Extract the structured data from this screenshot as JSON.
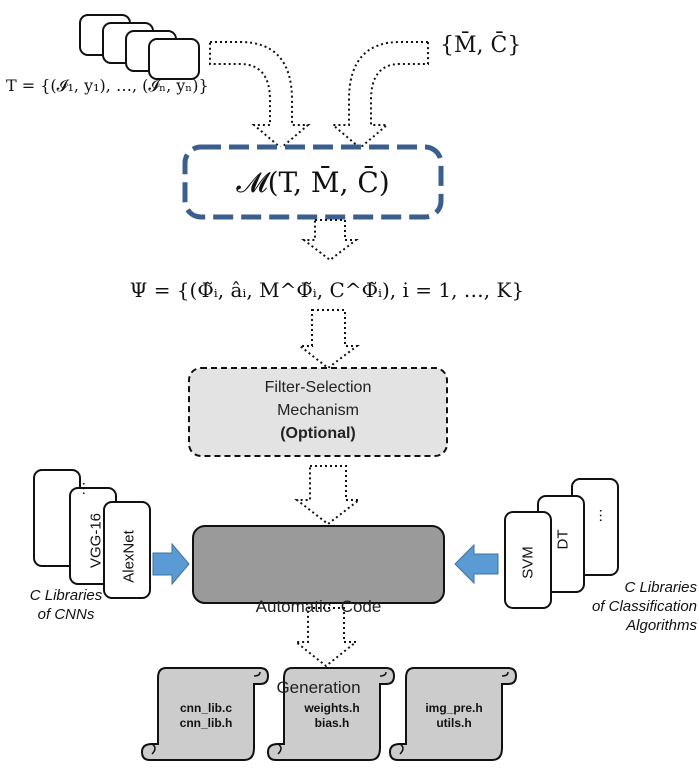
{
  "dataset": {
    "formula": "T = {(𝓘₁, y₁), …, (𝓘ₙ, yₙ)}"
  },
  "constraints": {
    "formula": "{M̄, C̄}"
  },
  "model_box": {
    "formula": "𝓜(T, M̄, C̄)"
  },
  "psi": {
    "formula": "Ψ = {(Φ̃ᵢ, âᵢ, M^Φ̃ᵢ, C^Φ̃ᵢ), i = 1, …, K}"
  },
  "filter_box": {
    "line1": "Filter-Selection",
    "line2": "Mechanism",
    "line3": "(Optional)"
  },
  "codegen_box": {
    "line1": "Automatic  Code",
    "line2": "Generation"
  },
  "cnn_library": {
    "cards": [
      "…",
      "VGG-16",
      "AlexNet"
    ],
    "label_line1": "C Libraries",
    "label_line2": "of CNNs"
  },
  "clf_library": {
    "cards": [
      "…",
      "DT",
      "SVM"
    ],
    "label_line1": "C Libraries",
    "label_line2": "of Classification",
    "label_line3": "Algorithms"
  },
  "files": [
    {
      "line1": "cnn_lib.c",
      "line2": "cnn_lib.h"
    },
    {
      "line1": "weights.h",
      "line2": "bias.h"
    },
    {
      "line1": "img_pre.h",
      "line2": "utils.h"
    }
  ],
  "colors": {
    "model_border": "#3a5f8f",
    "filter_fill": "#e3e3e3",
    "codegen_fill": "#9a9a9a",
    "side_arrow": "#5b9bd5",
    "file_fill": "#cccccc"
  }
}
